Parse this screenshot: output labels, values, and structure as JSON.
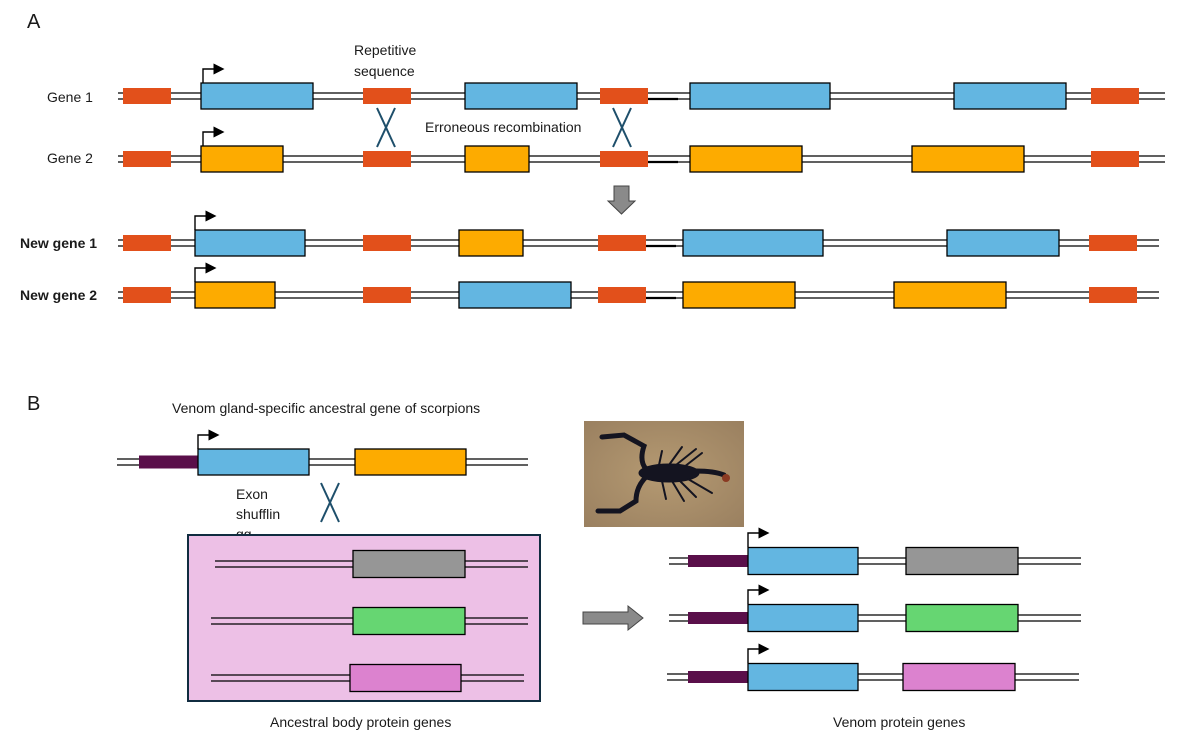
{
  "panels": {
    "a": {
      "letter": "A",
      "annotations": {
        "repetitive_line1": "Repetitive",
        "repetitive_line2": "sequence",
        "erroneous": "Erroneous recombination"
      },
      "rows": [
        {
          "label": "Gene 1",
          "bold": false
        },
        {
          "label": "Gene 2",
          "bold": false
        },
        {
          "label": "New gene 1",
          "bold": true
        },
        {
          "label": "New gene 2",
          "bold": true
        }
      ]
    },
    "b": {
      "letter": "B",
      "ancestral_title": "Venom gland-specific ancestral gene of scorpions",
      "exon_label_line1": "Exon",
      "exon_label_line2": "shufflin",
      "exon_label_line3": "gg",
      "body_genes_caption": "Ancestral body protein genes",
      "venom_genes_caption": "Venom protein genes",
      "photo_subject": "scorpion"
    }
  },
  "colors": {
    "repeat": "#e2501b",
    "exon_blue": "#63b6e1",
    "exon_orange": "#fdab00",
    "promoter_region": "#5a0f4a",
    "exon_gray": "#969696",
    "exon_green": "#66d672",
    "exon_pink": "#dc82cf",
    "body_box_bg": "#edc0e6",
    "body_box_border": "#102c40",
    "crossover": "#1e4f6b",
    "arrow_fill": "#8a8a8a"
  }
}
